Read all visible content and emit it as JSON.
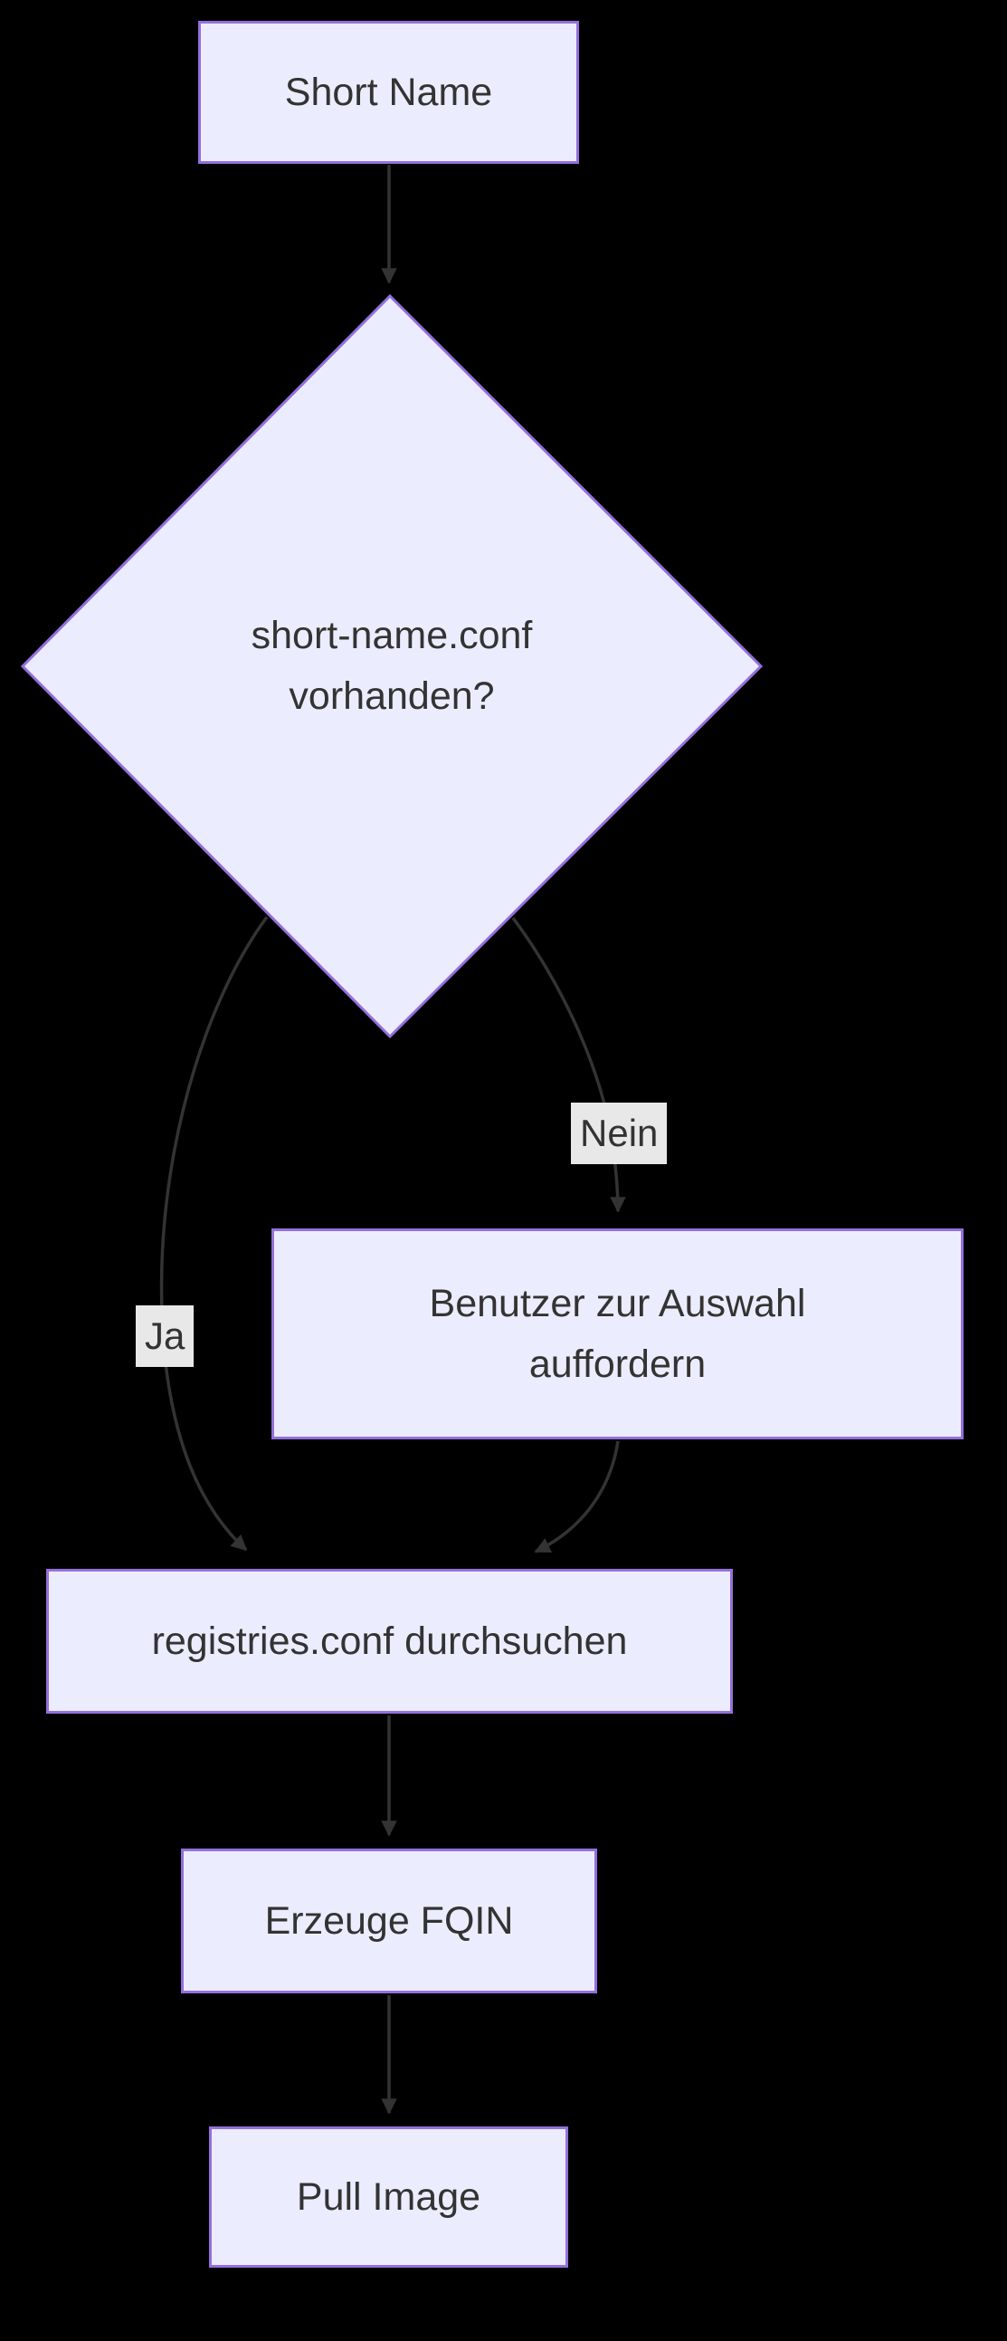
{
  "diagram": {
    "type": "flowchart",
    "direction": "top-down",
    "nodes": {
      "short_name": {
        "shape": "rect",
        "label": "Short Name"
      },
      "decision": {
        "shape": "diamond",
        "label": "short-name.conf vorhanden?",
        "line1": "short-name.conf",
        "line2": "vorhanden?"
      },
      "prompt_user": {
        "shape": "rect",
        "label": "Benutzer zur Auswahl auffordern",
        "line1": "Benutzer zur Auswahl",
        "line2": "auffordern"
      },
      "search_registries": {
        "shape": "rect",
        "label": "registries.conf durchsuchen"
      },
      "build_fqin": {
        "shape": "rect",
        "label": "Erzeuge FQIN"
      },
      "pull_image": {
        "shape": "rect",
        "label": "Pull Image"
      }
    },
    "edge_labels": {
      "yes": "Ja",
      "no": "Nein"
    },
    "edges": [
      {
        "from": "Short Name",
        "to": "short-name.conf vorhanden?",
        "label": ""
      },
      {
        "from": "short-name.conf vorhanden?",
        "to": "registries.conf durchsuchen",
        "label": "Ja"
      },
      {
        "from": "short-name.conf vorhanden?",
        "to": "Benutzer zur Auswahl auffordern",
        "label": "Nein"
      },
      {
        "from": "Benutzer zur Auswahl auffordern",
        "to": "registries.conf durchsuchen",
        "label": ""
      },
      {
        "from": "registries.conf durchsuchen",
        "to": "Erzeuge FQIN",
        "label": ""
      },
      {
        "from": "Erzeuge FQIN",
        "to": "Pull Image",
        "label": ""
      }
    ],
    "colors": {
      "background": "#000000",
      "node_fill": "#ECECFF",
      "node_border": "#9370DB",
      "edge": "#333333",
      "edge_label_bg": "#e8e8e8",
      "text": "#333333"
    }
  }
}
